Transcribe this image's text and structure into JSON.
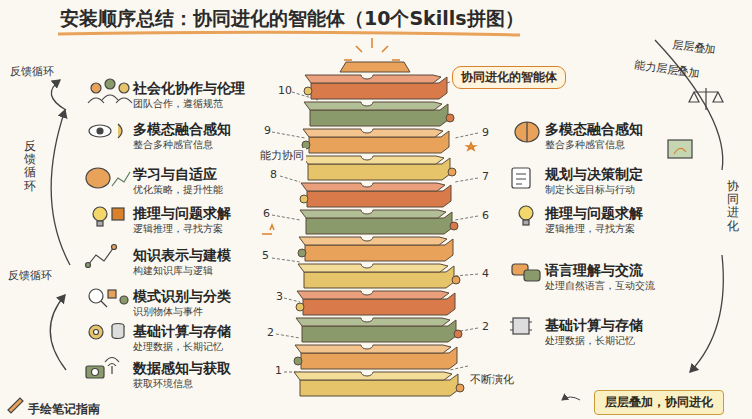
{
  "diagram": {
    "title": "安装顺序总结：协同进化的智能体（10个Skills拼图）",
    "nodes": [
      {
        "text": [
          "社会化协作与伦理",
          "团队合作，遵循规范"
        ]
      },
      {
        "text": [
          "多模态融合感知",
          "整合多种感官信息"
        ]
      },
      {
        "text": [
          "学习与自适应",
          "优化策略，提升性能"
        ]
      },
      {
        "text": [
          "推理与问题求解",
          "逻辑推理，寻找方案"
        ]
      },
      {
        "text": [
          "知识表示与建模",
          "构建知识库与逻辑"
        ]
      },
      {
        "text": [
          "模式识别与分类",
          "识别物体与事件"
        ]
      },
      {
        "text": [
          "基础计算与存储",
          "处理数据，长期记忆"
        ]
      },
      {
        "text": [
          "数据感知与获取",
          "获取环境信息"
        ]
      },
      {
        "text": [
          "协同进化的智能体"
        ]
      },
      {
        "text": [
          "多模态融合感知",
          "整合多种感官信息"
        ]
      },
      {
        "text": [
          "规划与决策制定",
          "制定长远目标与行动"
        ]
      },
      {
        "text": [
          "推理与问题求解",
          "逻辑推理，寻找方案"
        ]
      },
      {
        "text": [
          "语言理解与交流",
          "处理自然语言，互动交流"
        ]
      },
      {
        "text": [
          "基础计算与存储",
          "处理数据，长期记忆"
        ]
      },
      {
        "text": [
          "层层叠加，协同进化"
        ]
      }
    ],
    "labels": [
      "10",
      "9",
      "8",
      "6",
      "5",
      "3",
      "2",
      "1",
      "9",
      "7",
      "6",
      "4",
      "2",
      "反馈循环",
      "反馈循环",
      "反馈循环",
      "层层叠加",
      "能力层层叠加",
      "协同进化",
      "能力协同",
      "不断演化",
      "手绘笔记指南"
    ]
  }
}
